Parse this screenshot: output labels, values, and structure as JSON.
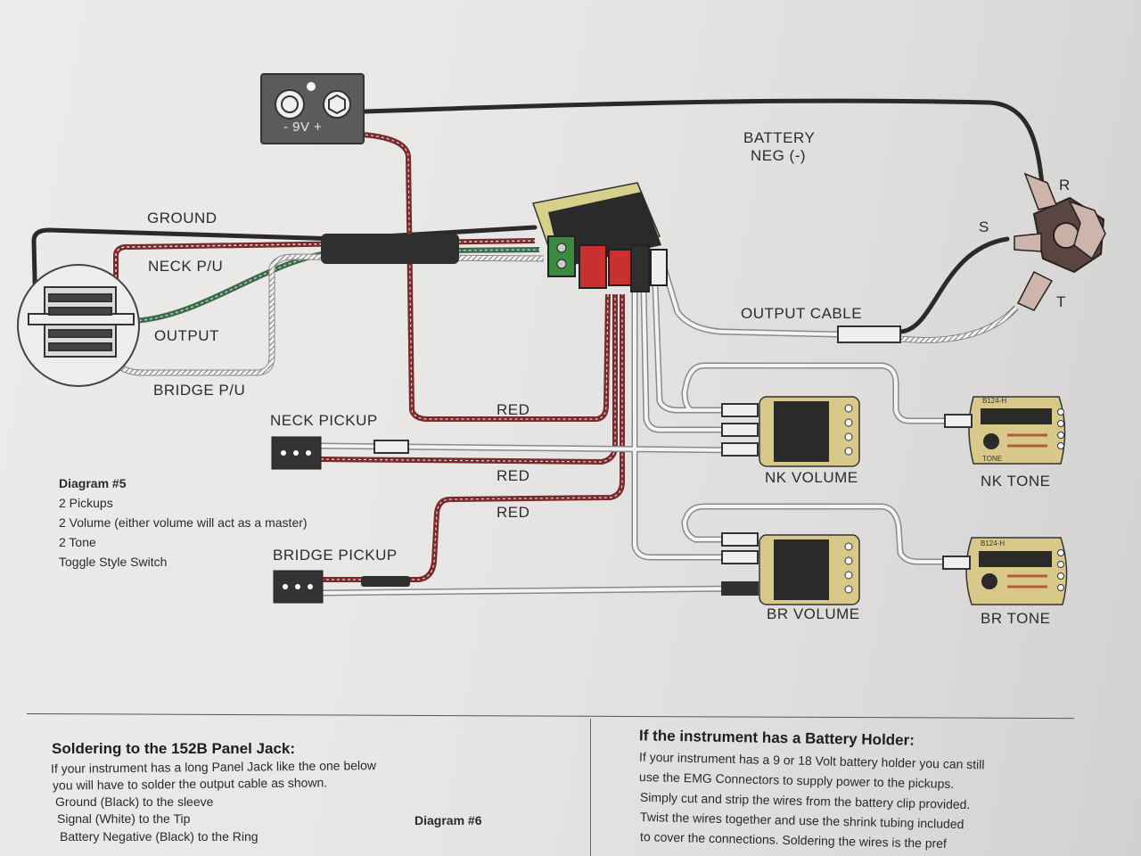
{
  "battery_box": {
    "label": "- 9V +"
  },
  "wire_labels": {
    "ground": "GROUND",
    "neck_pu": "NECK P/U",
    "output": "OUTPUT",
    "bridge_pu": "BRIDGE P/U",
    "red_1": "RED",
    "red_2": "RED",
    "red_3": "RED",
    "battery_neg": [
      "BATTERY",
      "NEG (-)"
    ],
    "output_cable": "OUTPUT CABLE",
    "r": "R",
    "s": "S",
    "t": "T"
  },
  "components": {
    "neck_pickup": "NECK PICKUP",
    "bridge_pickup": "BRIDGE PICKUP",
    "nk_volume": "NK VOLUME",
    "nk_tone": "NK TONE",
    "br_volume": "BR VOLUME",
    "br_tone": "BR TONE",
    "tone_board_code": "B124-H",
    "tone_board_tag": "TONE"
  },
  "diagram_notes": {
    "title": "Diagram #5",
    "lines": [
      "2 Pickups",
      "2 Volume (either volume will act as a master)",
      "2 Tone",
      "Toggle Style Switch"
    ]
  },
  "section_jack": {
    "title": "Soldering to the 152B Panel Jack:",
    "lines": [
      "If your instrument has a long Panel Jack like the one below",
      "you will have to solder the output cable as shown.",
      "Ground (Black) to the sleeve",
      "Signal (White) to the Tip",
      "Battery Negative (Black) to the Ring"
    ],
    "diagram_label": "Diagram #6"
  },
  "section_battery": {
    "title": "If the instrument has a Battery Holder:",
    "lines": [
      "If your instrument has a 9 or 18 Volt battery holder you can still",
      "use the EMG Connectors to supply power to the pickups.",
      "Simply cut and strip the wires from the battery clip provided.",
      "Twist the wires together and use the shrink tubing included",
      "to cover the connections. Soldering the wires is the pref"
    ]
  },
  "colors": {
    "black_wire": "#2a2a2a",
    "red_wire": "#7a2a2a",
    "green_wire": "#3d6a4a",
    "board_green": "#3c8a3f",
    "connector_red": "#c8312e",
    "pcb_tan": "#d8c98a"
  }
}
